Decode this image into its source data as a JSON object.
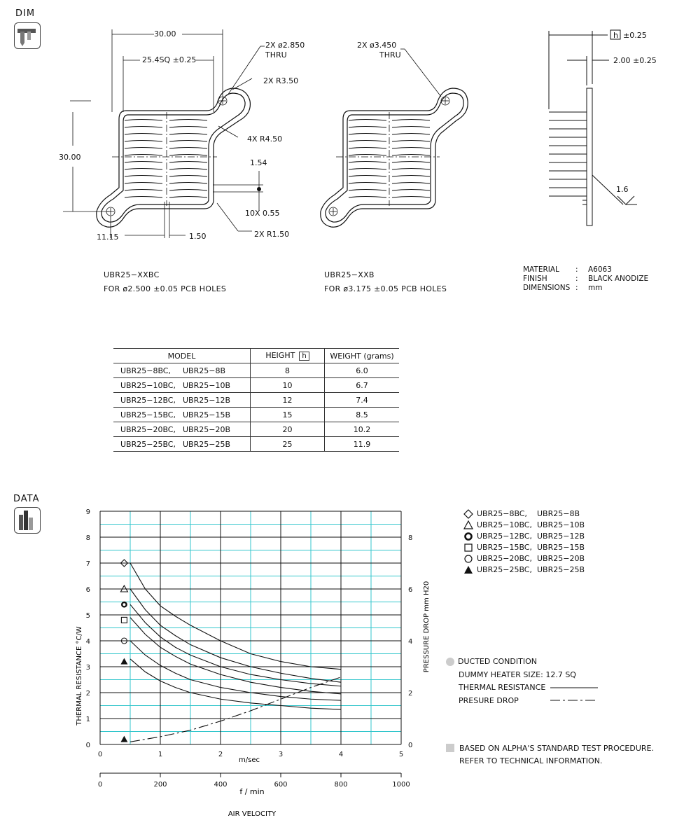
{
  "sections": {
    "dim_tag": "DIM",
    "data_tag": "DATA"
  },
  "icons": {
    "dim": "caliper-icon",
    "data": "bar-chart-icon"
  },
  "drawing_bc": {
    "dim_width": "30.00",
    "dim_sq": "25.4SQ ±0.25",
    "dim_height": "30.00",
    "hole": "2X ø2.850",
    "thru": "THRU",
    "r350": "2X R3.50",
    "r450": "4X R4.50",
    "d154": "1.54",
    "d055": "10X 0.55",
    "r150": "2X R1.50",
    "d1115": "11.15",
    "d150": "1.50",
    "name": "UBR25−XXBC",
    "note": "FOR ø2.500 ±0.05 PCB HOLES"
  },
  "drawing_b": {
    "hole": "2X ø3.450",
    "thru": "THRU",
    "name": "UBR25−XXB",
    "note": "FOR ø3.175 ±0.05 PCB HOLES"
  },
  "side_view": {
    "h_box": "h",
    "h_tol": "±0.25",
    "base": "2.00 ±0.25",
    "finish": "1.6"
  },
  "material": {
    "rows": [
      {
        "key": "MATERIAL",
        "sep": ":",
        "value": "A6063"
      },
      {
        "key": "FINISH",
        "sep": ":",
        "value": "BLACK ANODIZE"
      },
      {
        "key": "DIMENSIONS",
        "sep": ":",
        "value": "mm"
      }
    ]
  },
  "table": {
    "headers": {
      "model": "MODEL",
      "height": "HEIGHT",
      "height_box": "h",
      "weight": "WEIGHT  (grams)"
    },
    "rows": [
      {
        "m1": "UBR25−8BC,",
        "m2": "UBR25−8B",
        "h": "8",
        "w": "6.0"
      },
      {
        "m1": "UBR25−10BC,",
        "m2": "UBR25−10B",
        "h": "10",
        "w": "6.7"
      },
      {
        "m1": "UBR25−12BC,",
        "m2": "UBR25−12B",
        "h": "12",
        "w": "7.4"
      },
      {
        "m1": "UBR25−15BC,",
        "m2": "UBR25−15B",
        "h": "15",
        "w": "8.5"
      },
      {
        "m1": "UBR25−20BC,",
        "m2": "UBR25−20B",
        "h": "20",
        "w": "10.2"
      },
      {
        "m1": "UBR25−25BC,",
        "m2": "UBR25−25B",
        "h": "25",
        "w": "11.9"
      }
    ]
  },
  "notes": {
    "ducted": "DUCTED CONDITION",
    "heater": "DUMMY HEATER SIZE: 12.7 SQ",
    "thermal": "THERMAL RESISTANCE",
    "pressure": "PRESURE DROP",
    "test1": "BASED ON ALPHA'S STANDARD TEST PROCEDURE.",
    "test2": "REFER TO TECHNICAL INFORMATION."
  },
  "colors": {
    "grid": "#33c6cc",
    "ink": "#111111",
    "note_swatch": "#cccccc"
  },
  "chart_data": {
    "type": "line",
    "ylabel": "THERMAL  RESISTANCE   °C/W",
    "y2label": "PRESSURE  DROP    mm H20",
    "xlabel": "m/sec",
    "x2label": "f / min",
    "footer": "AIR VELOCITY",
    "xlim": [
      0,
      5
    ],
    "ylim": [
      0,
      9
    ],
    "y2lim": [
      0,
      9
    ],
    "x_ticks": [
      "0",
      "1",
      "2",
      "3",
      "4",
      "5"
    ],
    "x2_ticks": [
      "0",
      "200",
      "400",
      "600",
      "800",
      "1000"
    ],
    "y_ticks": [
      "0",
      "1",
      "2",
      "3",
      "4",
      "5",
      "6",
      "7",
      "8",
      "9"
    ],
    "y2_ticks": [
      "0",
      "2",
      "4",
      "6",
      "8"
    ],
    "series": [
      {
        "name": "UBR25−8BC,  UBR25−8B",
        "symbol": "diamond",
        "marker": [
          0.4,
          7.0
        ],
        "x": [
          0.5,
          0.75,
          1.0,
          1.25,
          1.5,
          2.0,
          2.5,
          3.0,
          3.5,
          4.0
        ],
        "y": [
          7.0,
          6.0,
          5.35,
          4.95,
          4.6,
          4.0,
          3.5,
          3.2,
          3.0,
          2.9
        ]
      },
      {
        "name": "UBR25−10BC,  UBR25−10B",
        "symbol": "triangle",
        "marker": [
          0.4,
          6.0
        ],
        "x": [
          0.5,
          0.75,
          1.0,
          1.25,
          1.5,
          2.0,
          2.5,
          3.0,
          3.5,
          4.0
        ],
        "y": [
          6.0,
          5.2,
          4.6,
          4.2,
          3.85,
          3.35,
          3.0,
          2.75,
          2.55,
          2.4
        ]
      },
      {
        "name": "UBR25−12BC,  UBR25−12B",
        "symbol": "bold-circle",
        "marker": [
          0.4,
          5.4
        ],
        "x": [
          0.5,
          0.75,
          1.0,
          1.25,
          1.5,
          2.0,
          2.5,
          3.0,
          3.5,
          4.0
        ],
        "y": [
          5.4,
          4.7,
          4.15,
          3.75,
          3.45,
          3.0,
          2.7,
          2.5,
          2.35,
          2.25
        ]
      },
      {
        "name": "UBR25−15BC,  UBR25−15B",
        "symbol": "square",
        "marker": [
          0.4,
          4.8
        ],
        "x": [
          0.5,
          0.75,
          1.0,
          1.25,
          1.5,
          2.0,
          2.5,
          3.0,
          3.5,
          4.0
        ],
        "y": [
          4.9,
          4.25,
          3.75,
          3.4,
          3.1,
          2.7,
          2.4,
          2.2,
          2.05,
          1.95
        ]
      },
      {
        "name": "UBR25−20BC,  UBR25−20B",
        "symbol": "circle",
        "marker": [
          0.4,
          4.0
        ],
        "x": [
          0.5,
          0.75,
          1.0,
          1.25,
          1.5,
          2.0,
          2.5,
          3.0,
          3.5,
          4.0
        ],
        "y": [
          4.0,
          3.45,
          3.05,
          2.75,
          2.5,
          2.2,
          2.0,
          1.85,
          1.75,
          1.7
        ]
      },
      {
        "name": "UBR25−25BC,  UBR25−25B",
        "symbol": "filled-triangle",
        "marker": [
          0.4,
          3.2
        ],
        "x": [
          0.5,
          0.75,
          1.0,
          1.25,
          1.5,
          2.0,
          2.5,
          3.0,
          3.5,
          4.0
        ],
        "y": [
          3.3,
          2.8,
          2.45,
          2.2,
          2.0,
          1.75,
          1.6,
          1.5,
          1.4,
          1.35
        ]
      },
      {
        "name": "PRESSURE DROP",
        "symbol": "dashdot",
        "marker": [
          0.4,
          0.2
        ],
        "axis": "right",
        "x": [
          0.5,
          1.0,
          1.5,
          2.0,
          2.5,
          3.0,
          3.5,
          4.0
        ],
        "y": [
          0.1,
          0.3,
          0.55,
          0.9,
          1.3,
          1.75,
          2.2,
          2.6
        ]
      }
    ]
  }
}
